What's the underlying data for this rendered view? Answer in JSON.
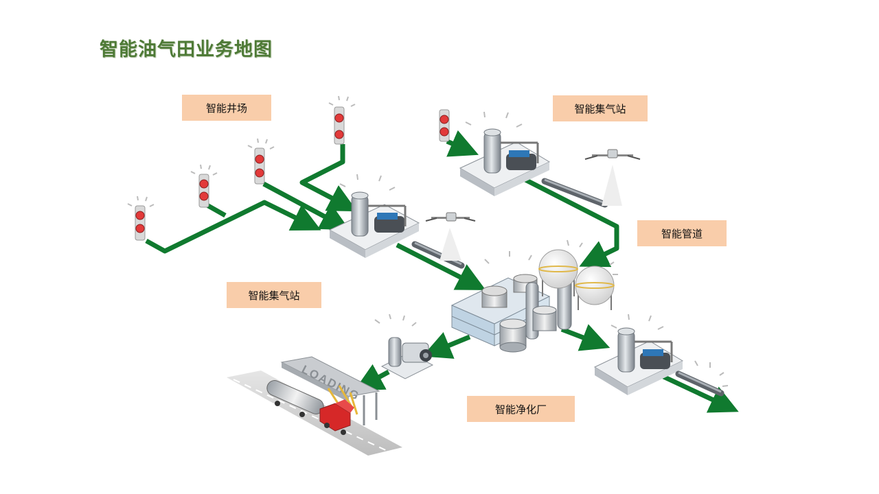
{
  "title": "智能油气田业务地图",
  "labels": {
    "wellsite": "智能井场",
    "gas_station_top": "智能集气站",
    "pipeline": "智能管道",
    "gas_station_left": "智能集气站",
    "purification_plant": "智能净化厂"
  },
  "loading_sign": "LOADING",
  "colors": {
    "title": "#4e7a36",
    "pipe": "#107a2f",
    "label_bg": "#f9cdaa"
  }
}
